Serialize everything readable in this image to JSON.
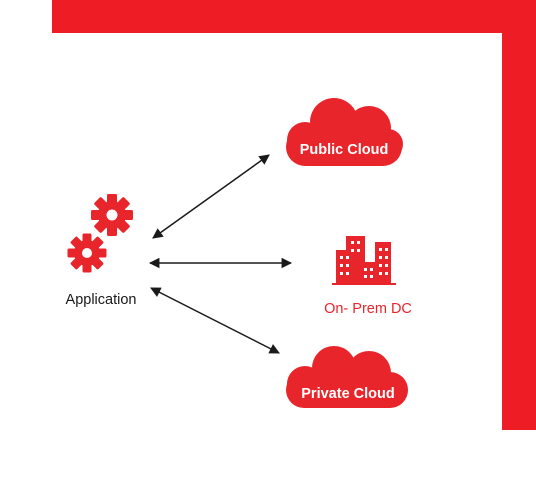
{
  "colors": {
    "frame": "#ee1c25",
    "accent": "#e8252b",
    "arrow": "#1a1a1a",
    "text": "#1a1a1a",
    "cloud_text": "#ffffff"
  },
  "nodes": {
    "application": {
      "label": "Application",
      "icon": "gears-icon"
    },
    "public_cloud": {
      "label": "Public Cloud",
      "icon": "cloud-icon"
    },
    "on_prem": {
      "label": "On- Prem DC",
      "icon": "buildings-icon"
    },
    "private_cloud": {
      "label": "Private Cloud",
      "icon": "cloud-icon"
    }
  },
  "edges": [
    {
      "from": "application",
      "to": "public_cloud",
      "bidirectional": true
    },
    {
      "from": "application",
      "to": "on_prem",
      "bidirectional": true
    },
    {
      "from": "application",
      "to": "private_cloud",
      "bidirectional": true
    }
  ]
}
